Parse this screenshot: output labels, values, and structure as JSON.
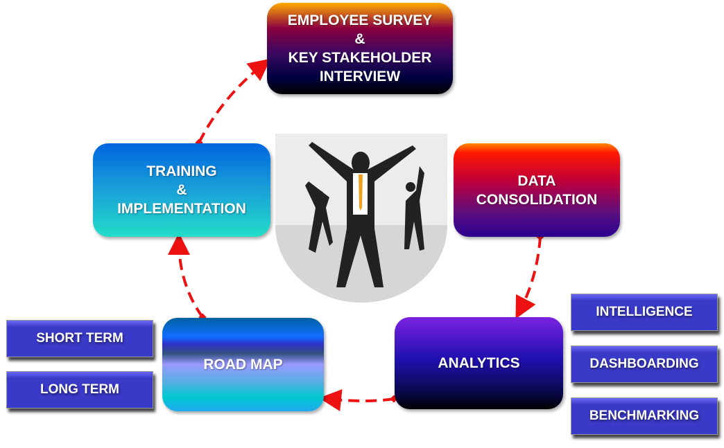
{
  "steps": {
    "survey": [
      "EMPLOYEE SURVEY",
      "&",
      "KEY STAKEHOLDER",
      "INTERVIEW"
    ],
    "data": [
      "DATA",
      "CONSOLIDATION"
    ],
    "analytics": "ANALYTICS",
    "roadmap": "ROAD MAP",
    "training": [
      "TRAINING",
      "&",
      "IMPLEMENTATION"
    ]
  },
  "roadmap_items": [
    "SHORT TERM",
    "LONG TERM"
  ],
  "analytics_items": [
    "INTELLIGENCE",
    "DASHBOARDING",
    "BENCHMARKING"
  ],
  "colors": {
    "arrow": "#ee1111",
    "tag": "#3a3ac8"
  }
}
